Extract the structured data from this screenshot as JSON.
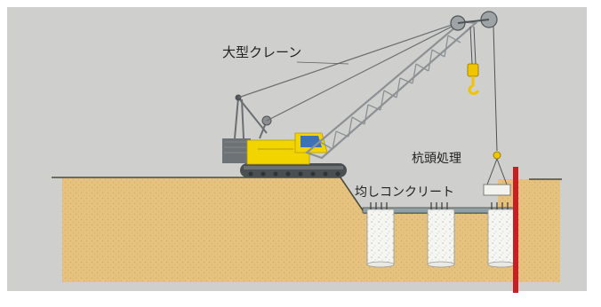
{
  "labels": {
    "crane": "大型クレーン",
    "pile_head": "杭頭処理",
    "leveling_concrete": "均しコンクリート"
  },
  "colors": {
    "sky": "#cfcfcd",
    "soil": "#e6c27f",
    "soil_line": "#4b4a3a",
    "crane_body": "#f2d400",
    "crane_boom": "#a9adb0",
    "crawler": "#4a4f52",
    "pile": "#f2f2ef",
    "sheet_pile": "#c71f24",
    "hook": "#f1c400"
  }
}
